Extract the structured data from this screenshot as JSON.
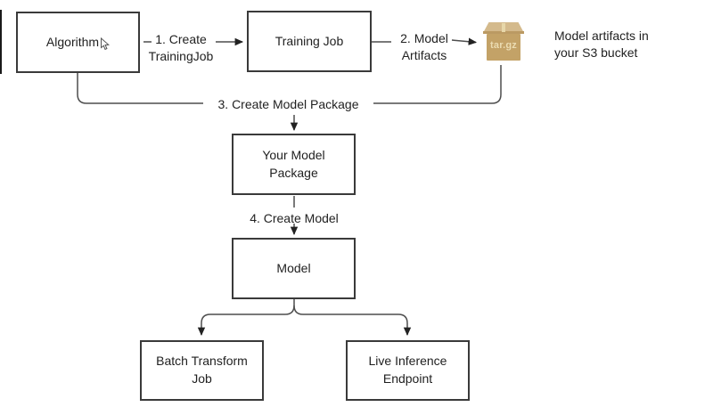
{
  "colors": {
    "line": "#4d4d4d",
    "box_border": "#3a3a3a",
    "text": "#1f1f1f",
    "package_top": "#d4ba8c",
    "package_front": "#c3a267",
    "package_tape": "#e7d7a9",
    "package_label_text": "#ebdcb2"
  },
  "nodes": {
    "algorithm": "Algorithm",
    "training_job": "Training Job",
    "your_model_package": "Your Model Package",
    "model": "Model",
    "batch_transform_job": "Batch Transform Job",
    "live_inference_endpoint": "Live Inference Endpoint"
  },
  "edges": {
    "step1": "1. Create TrainingJob",
    "step2": "2. Model Artifacts",
    "step3": "3. Create Model Package",
    "step4": "4. Create Model"
  },
  "s3": {
    "package_label": "tar.gz",
    "note": "Model artifacts in your S3 bucket"
  }
}
